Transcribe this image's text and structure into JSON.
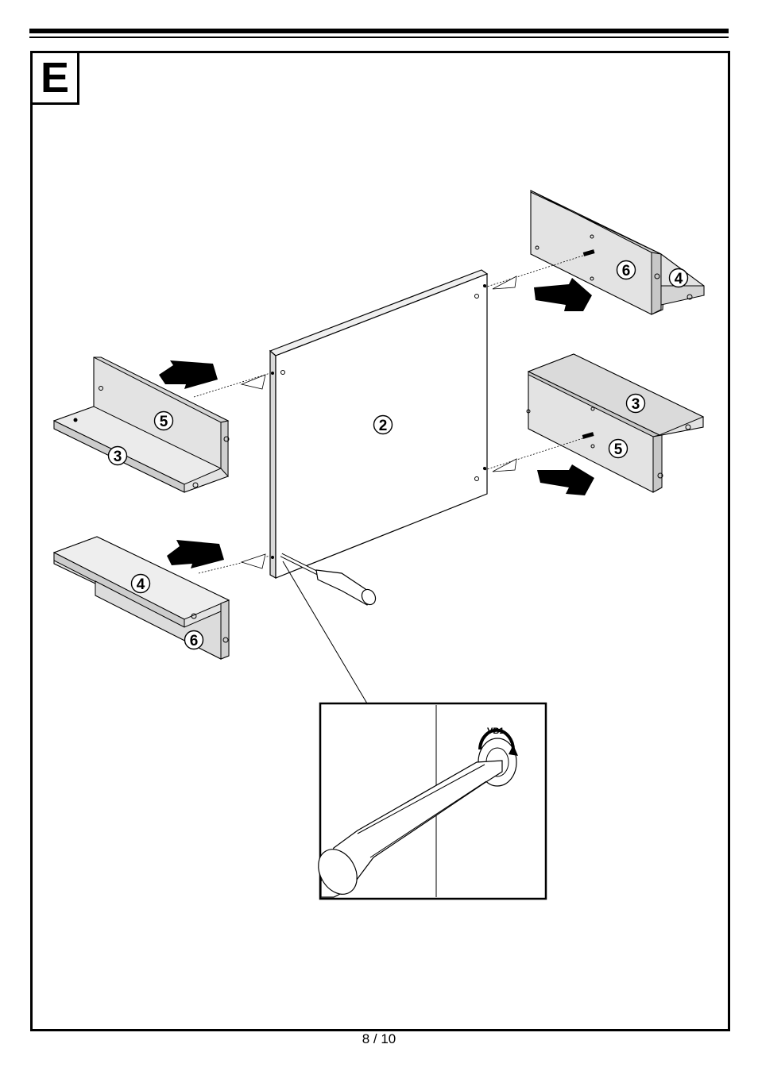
{
  "step": {
    "letter": "E"
  },
  "parts": {
    "panel": "2",
    "right_top": {
      "front": "6",
      "shelf": "4"
    },
    "right_bottom": {
      "top": "3",
      "front": "5"
    },
    "left_top": {
      "front": "5",
      "shelf": "3"
    },
    "left_bottom": {
      "shelf": "4",
      "front": "6"
    }
  },
  "detail": {
    "fitting_label": "VB1"
  },
  "footer": {
    "page": "8 / 10"
  },
  "colors": {
    "part_fill": "#e3e3e3",
    "part_edge": "#c4c4c4",
    "ink": "#000000"
  },
  "icons": [
    "push-arrow-icon",
    "screwdriver-icon",
    "cam-lock-icon",
    "rotate-arrow-icon"
  ]
}
